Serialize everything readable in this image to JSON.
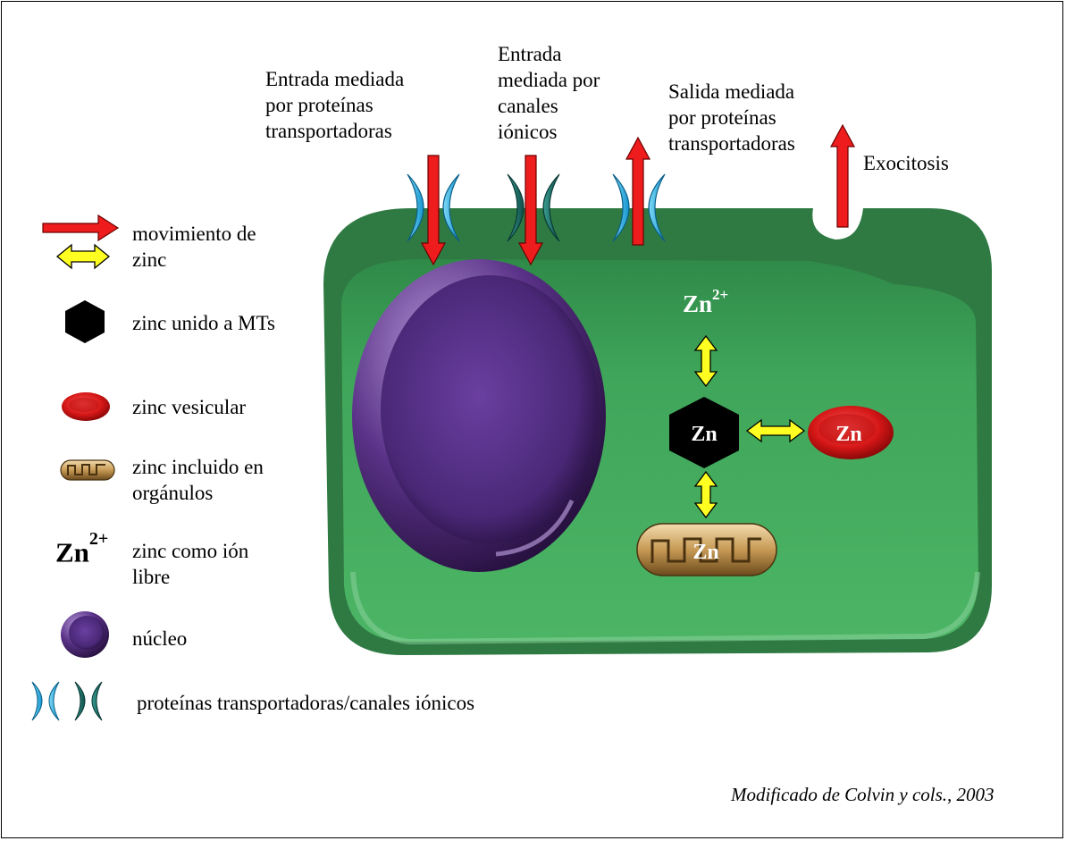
{
  "process_labels": {
    "carrier_entry": "Entrada mediada\npor proteínas\ntransportadoras",
    "channel_entry": "Entrada\nmediada por\ncanales\niónicos",
    "carrier_exit": "Salida mediada\npor proteínas\ntransportadoras",
    "exocytosis": "Exocitosis"
  },
  "cell": {
    "free_ion_symbol": "Zn",
    "free_ion_charge": "2+",
    "mt_zinc": "Zn",
    "vesicle_zinc": "Zn",
    "organelle_zinc": "Zn"
  },
  "legend": {
    "movement": "movimiento de\nzinc",
    "mt_bound": "zinc unido a MTs",
    "vesicular": "zinc vesicular",
    "organelle": "zinc incluido en\norgánulos",
    "free_ion_symbol": "Zn",
    "free_ion_charge": "2+",
    "free_ion": "zinc como ión\nlibre",
    "nucleus": "núcleo",
    "transporters": "proteínas transportadoras/canales iónicos"
  },
  "caption": "Modificado de Colvin y cols., 2003",
  "colors": {
    "cell_body": "#3fa55a",
    "cell_dark": "#2e7d45",
    "nucleus": "#4b2a7a",
    "arrow_red": "#ee1c1c",
    "arrow_yellow": "#ffff22",
    "transporter_light": "#33b8e8",
    "transporter_dark": "#1f6f6a",
    "vesicle": "#d01818",
    "organelle": "#c9a064"
  }
}
